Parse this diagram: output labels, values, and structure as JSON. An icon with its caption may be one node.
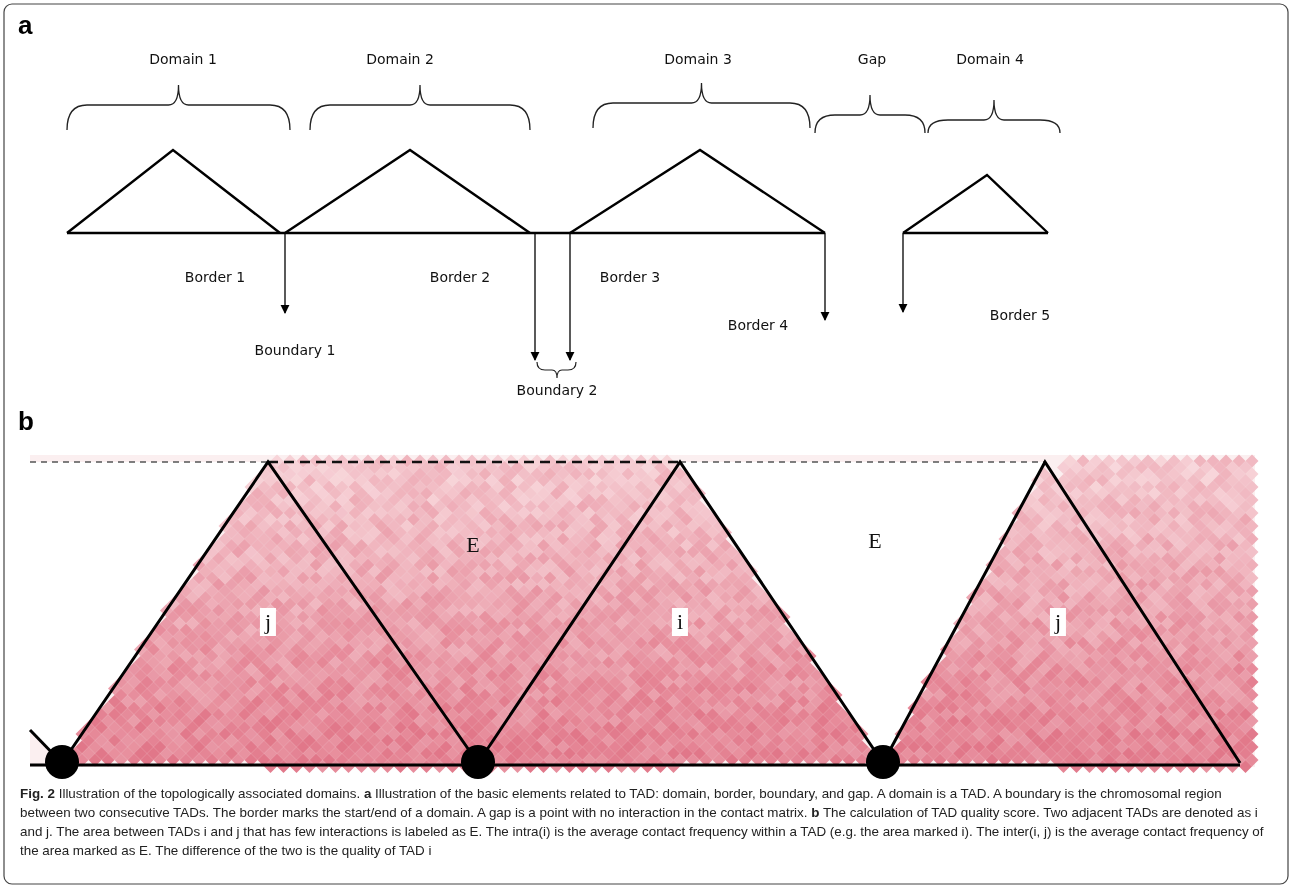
{
  "diagram": {
    "caption": "**Fig. 2** Illustration of the topologically associated domains. **a** Illustration of the basic elements related to TAD: domain, border, boundary, and gap. A domain is a TAD. A boundary is the chromosomal region between two consecutive TADs. The border marks the start/end of a domain. A gap is a point with no interaction in the contact matrix. **b** The calculation of TAD quality score. Two adjacent TADs are denoted as i and j. The area between TADs i and j that has few interactions is labeled as E. The intra(i) is the average contact frequency within a TAD (e.g. the area marked i). The inter(i, j) is the average contact frequency of the area marked as E. The difference of the two is the quality of TAD i",
    "labels": [
      "a",
      "Domain 1",
      "Domain 2",
      "Domain 3",
      "Gap",
      "Domain 4",
      "Border 1",
      "Border 2",
      "Border 3",
      "Border 4",
      "Border 5",
      "Boundary 1",
      "Boundary 2",
      "b",
      "E",
      "E",
      "j",
      "i",
      "j"
    ]
  }
}
